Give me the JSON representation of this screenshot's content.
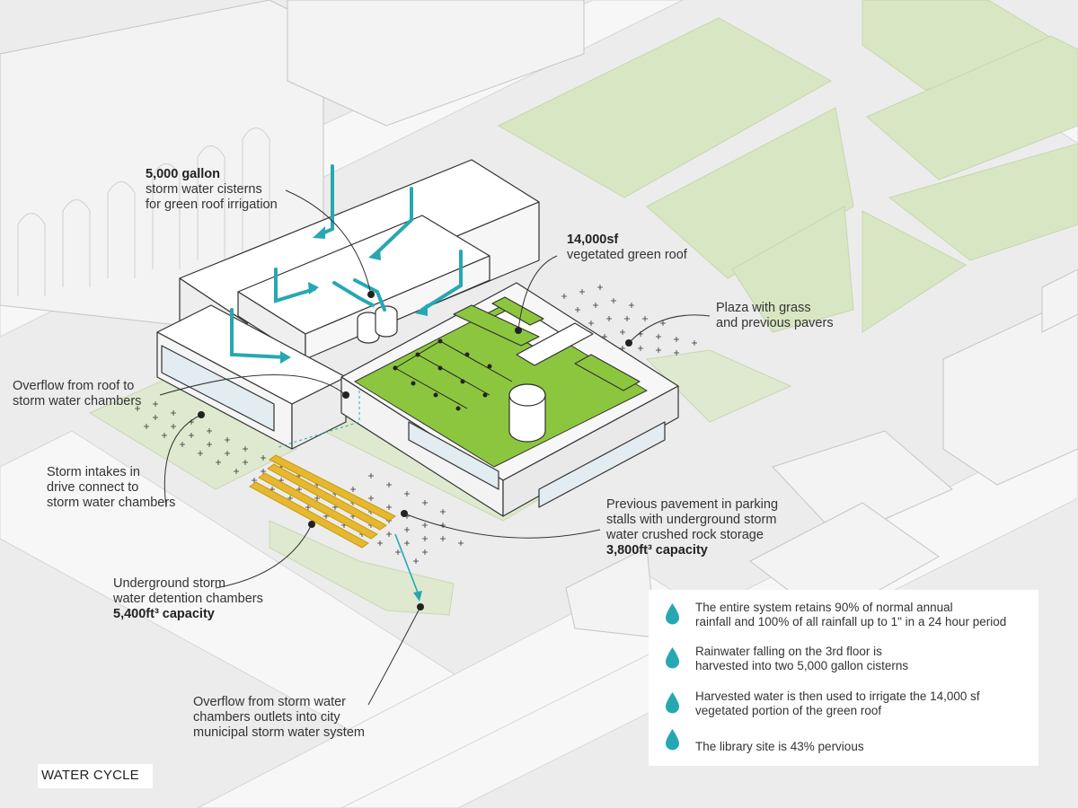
{
  "title": "WATER CYCLE",
  "labels": {
    "cisterns": {
      "bold": "5,000 gallon",
      "lines": [
        "storm water cisterns",
        "for green roof irrigation"
      ]
    },
    "green_roof": {
      "bold": "14,000sf",
      "lines": [
        "vegetated green roof"
      ]
    },
    "plaza": {
      "lines": [
        "Plaza with grass",
        "and previous pavers"
      ]
    },
    "overflow_roof": {
      "lines": [
        "Overflow from roof to",
        "storm water chambers"
      ]
    },
    "storm_intakes": {
      "lines": [
        "Storm intakes in",
        "drive connect to",
        "storm water chambers"
      ]
    },
    "detention": {
      "lines": [
        "Underground storm",
        "water detention chambers"
      ],
      "bold": "5,400ft³ capacity"
    },
    "pavement": {
      "lines": [
        "Previous pavement in parking",
        "stalls with underground storm",
        "water crushed rock storage"
      ],
      "bold": "3,800ft³  capacity"
    },
    "outlet": {
      "lines": [
        "Overflow from storm water",
        "chambers outlets into city",
        "municipal storm water system"
      ]
    }
  },
  "legend": {
    "items": [
      {
        "lines": [
          "The entire system retains 90% of normal annual",
          "rainfall and 100% of all rainfall up to 1\" in a 24 hour period"
        ]
      },
      {
        "lines": [
          "Rainwater falling on the 3rd floor is",
          "harvested into two 5,000 gallon cisterns"
        ]
      },
      {
        "lines": [
          "Harvested water is then used to irrigate the 14,000 sf",
          "vegetated portion of the green roof"
        ]
      },
      {
        "lines": [
          "The library site is 43% pervious"
        ]
      }
    ]
  },
  "colors": {
    "background": "#ececec",
    "street": "#f7f7f7",
    "park": "#d9e6c4",
    "green_roof": "#8cc63f",
    "water_arrow": "#26a8b3",
    "chamber": "#e6b830",
    "building": "#ffffff",
    "line": "#333333"
  },
  "icons": {
    "legend_bullet": "water-drop-icon"
  }
}
